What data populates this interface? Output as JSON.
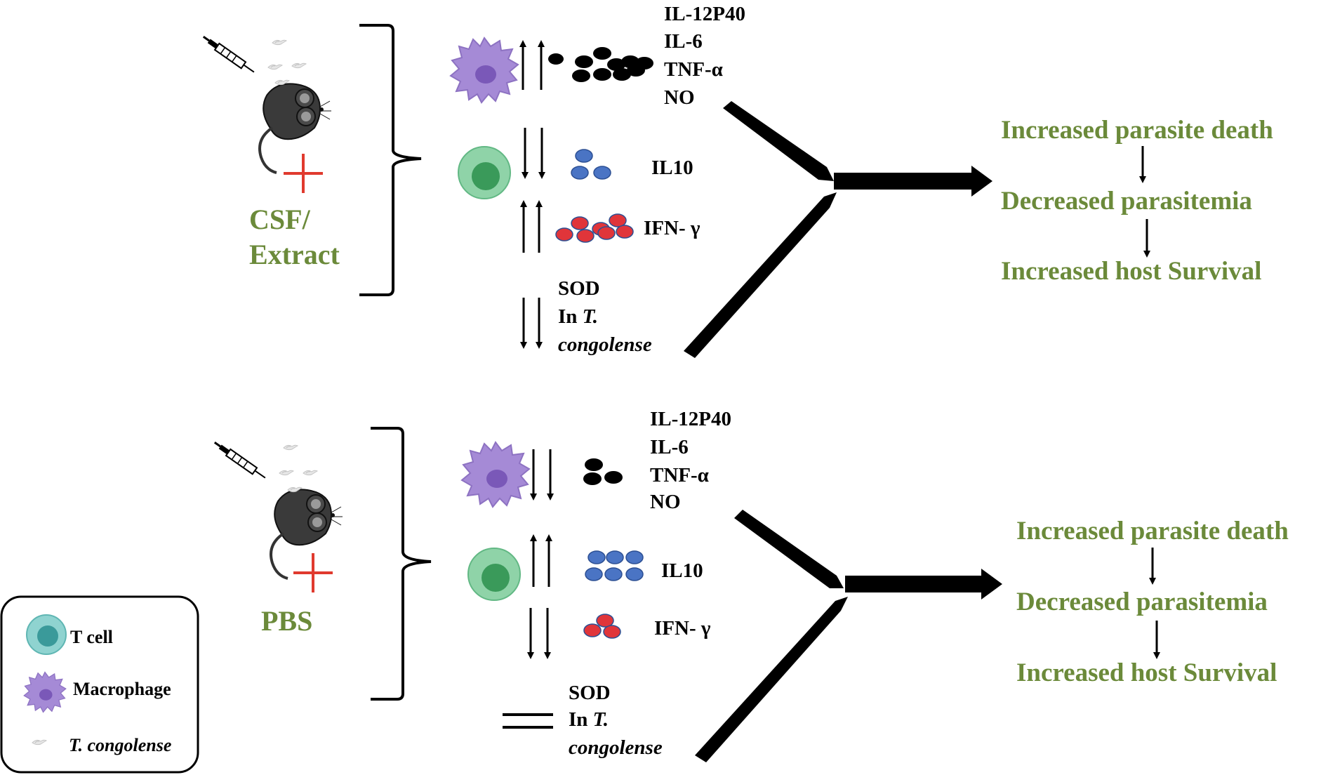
{
  "colors": {
    "green_text": "#6b8a3a",
    "black": "#000000",
    "red_cross": "#e03a2e",
    "macrophage": "#a58ad6",
    "macrophage_core": "#7a58b8",
    "tcell": "#7fcf9f",
    "tcell_core": "#3a9a5a",
    "dot_blue": "#4a74c4",
    "dot_red": "#e0353a",
    "legend_tcell": "#8fd3d0",
    "legend_tcell_core": "#3a9a9a"
  },
  "icons": [
    "syringe-icon",
    "mouse-icon",
    "parasite-icon",
    "macrophage-icon",
    "tcell-icon",
    "plus-icon"
  ],
  "top": {
    "treatment": [
      "CSF/",
      "Extract"
    ],
    "cytokines": [
      "IL-12P40",
      "IL-6",
      "TNF-α",
      "NO"
    ],
    "il10": "IL10",
    "ifn": "IFN- γ",
    "sod": [
      "SOD",
      "In ",
      "T.",
      "congolense"
    ],
    "outcomes": [
      "Increased parasite death",
      "Decreased parasitemia",
      "Increased host Survival"
    ]
  },
  "bottom": {
    "treatment": [
      "PBS"
    ],
    "cytokines": [
      "IL-12P40",
      "IL-6",
      "TNF-α",
      "NO"
    ],
    "il10": "IL10",
    "ifn": "IFN- γ",
    "sod": [
      "SOD",
      "In ",
      "T.",
      "congolense"
    ],
    "outcomes": [
      "Increased parasite death",
      "Decreased parasitemia",
      "Increased host Survival"
    ]
  },
  "legend": {
    "items": [
      "T cell",
      "Macrophage",
      "T. congolense"
    ]
  }
}
